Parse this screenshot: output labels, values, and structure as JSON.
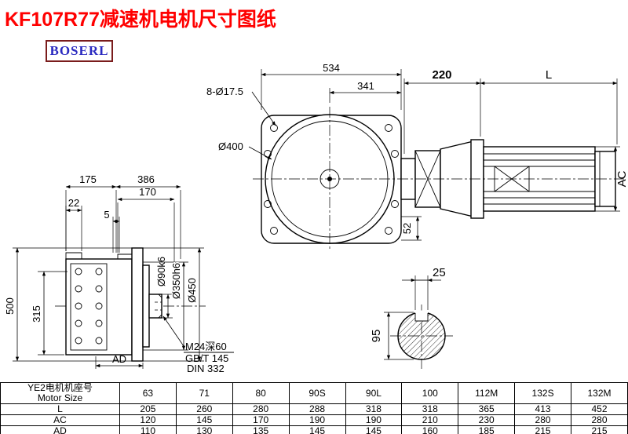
{
  "page": {
    "title": "KF107R77减速机电机尺寸图纸",
    "logo": "BOSERL"
  },
  "top_view": {
    "dim_534": "534",
    "dim_341": "341",
    "dim_bolt_holes": "8-Ø17.5",
    "dim_flange": "Ø400",
    "dim_220": "220",
    "dim_L": "L",
    "dim_AC": "AC",
    "dim_52": "52"
  },
  "side_view": {
    "dim_175": "175",
    "dim_386": "386",
    "dim_170": "170",
    "dim_22": "22",
    "dim_5": "5",
    "dim_500": "500",
    "dim_315": "315",
    "dim_shaft": "Ø90k6",
    "dim_spigot": "Ø350h6",
    "dim_flange": "Ø450",
    "dim_AD": "AD",
    "note1": "M24深60",
    "note2": "GB/T 145",
    "note3": "DIN 332"
  },
  "section_view": {
    "dim_25": "25",
    "dim_95": "95"
  },
  "table": {
    "header_cn": "YE2电机机座号",
    "header_en": "Motor Size",
    "sizes": [
      "63",
      "71",
      "80",
      "90S",
      "90L",
      "100",
      "112M",
      "132S",
      "132M"
    ],
    "rows": [
      {
        "label": "L",
        "values": [
          "205",
          "260",
          "280",
          "288",
          "318",
          "318",
          "365",
          "413",
          "452"
        ]
      },
      {
        "label": "AC",
        "values": [
          "120",
          "145",
          "170",
          "190",
          "190",
          "210",
          "230",
          "280",
          "280"
        ]
      },
      {
        "label": "AD",
        "values": [
          "110",
          "130",
          "135",
          "145",
          "145",
          "160",
          "185",
          "215",
          "215"
        ]
      }
    ]
  }
}
